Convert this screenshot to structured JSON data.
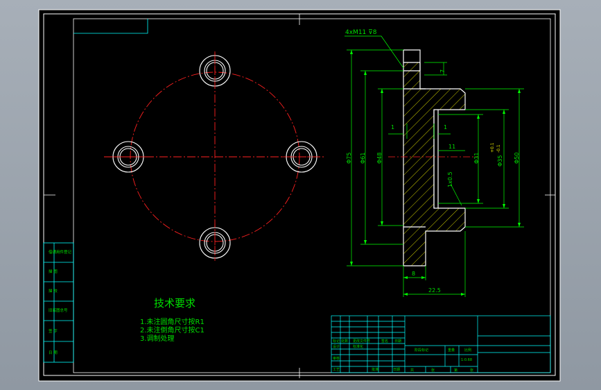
{
  "colors": {
    "paper": "#000000",
    "frame": "#ffffff",
    "title_block": "#00ffff",
    "geometry": "#ffffff",
    "center_lines": "#ff2020",
    "dimensions": "#00ff00",
    "text": "#00ff00",
    "tolerance": "#ffff00"
  },
  "drawing": {
    "hole_callout": "4xM11 ⊽8",
    "dimensions": {
      "thread_depth": "7",
      "d75": "Φ75",
      "d61": "Φ61",
      "d48": "Φ48",
      "step_left": "1",
      "step_right": "1",
      "len_11": "11",
      "chamfer": "1x0.5",
      "d31": "Φ31",
      "d35": "Φ35",
      "d50": "Φ50",
      "tol_upper": "+0.1",
      "tol_lower": "-0.1",
      "len_8": "8",
      "len_22": "22.5"
    }
  },
  "tech_requirements": {
    "title": "技术要求",
    "lines": [
      "1.未注圆角尺寸按R1",
      "2.未注倒角尺寸按C1",
      "3.调制处理"
    ]
  },
  "side_panel": {
    "labels": [
      "借通用件登记",
      "描  图",
      "描  校",
      "旧底图总号",
      "签  字",
      "日  期"
    ]
  },
  "title_block": {
    "r1": [
      "标记",
      "处数",
      "更改文件号",
      "签名",
      "日期"
    ],
    "r2": [
      "设计",
      "标准化"
    ],
    "r3": [
      "审核"
    ],
    "r4": [
      "工艺",
      "批准",
      "日期"
    ],
    "mid": [
      "阶段标记",
      "重量",
      "比例"
    ],
    "scale": "1:0.68",
    "bottom": [
      "共",
      "张",
      "第",
      "张"
    ]
  }
}
